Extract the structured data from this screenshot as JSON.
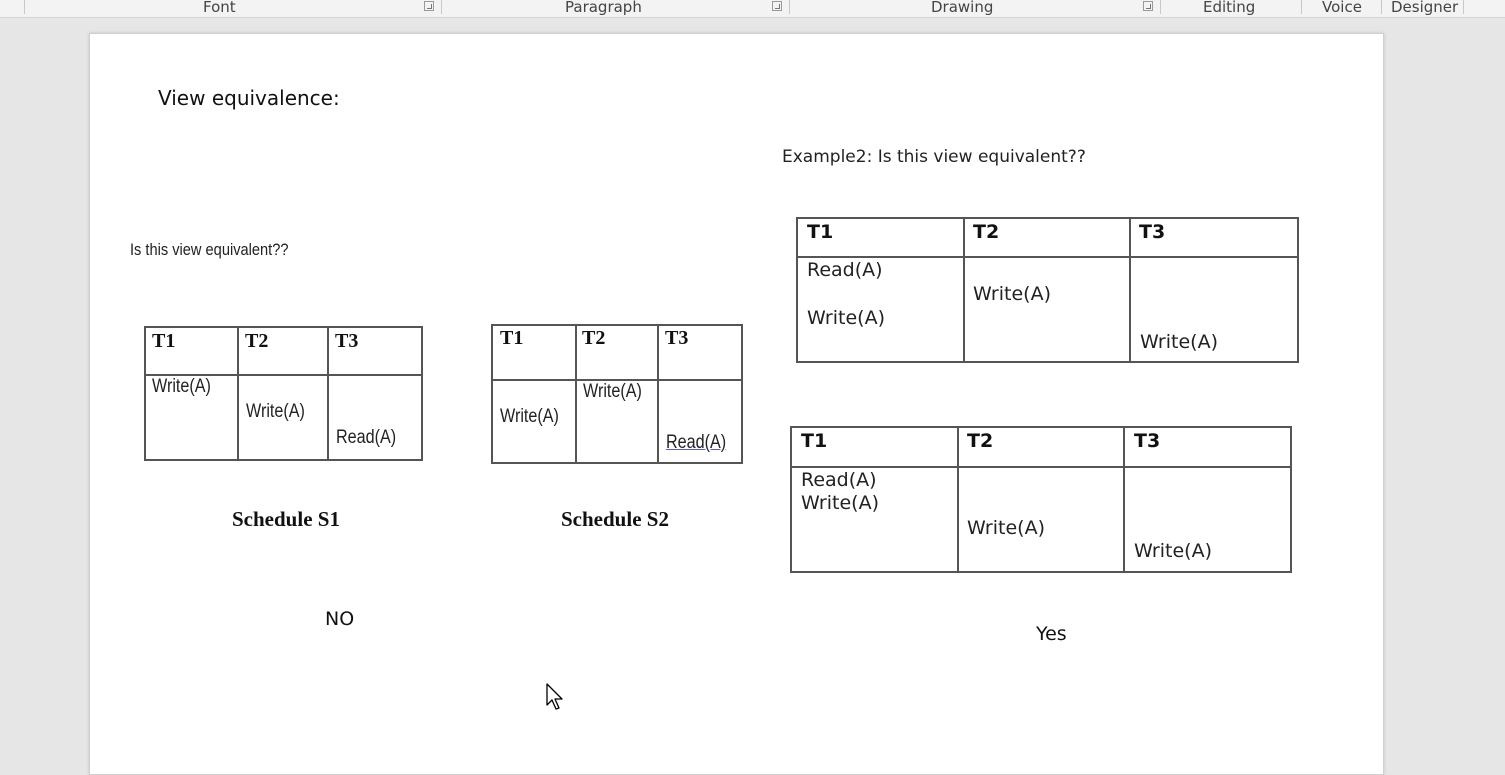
{
  "ribbon": {
    "groups": [
      {
        "label": "Font"
      },
      {
        "label": "Paragraph"
      },
      {
        "label": "Drawing"
      },
      {
        "label": "Editing"
      },
      {
        "label": "Voice"
      },
      {
        "label": "Designer"
      }
    ]
  },
  "document": {
    "heading": "View equivalence:",
    "example1": {
      "question": "Is this view equivalent??",
      "schedule_s1": {
        "caption": "Schedule S1",
        "headers": [
          "T1",
          "T2",
          "T3"
        ],
        "ops": [
          "Write(A)",
          "Write(A)",
          "Read(A)"
        ]
      },
      "schedule_s2": {
        "caption": "Schedule S2",
        "headers": [
          "T1",
          "T2",
          "T3"
        ],
        "ops": [
          "Write(A)",
          "Write(A)",
          "Read(A)"
        ]
      },
      "answer": "NO"
    },
    "example2": {
      "question": "Example2: Is this view equivalent??",
      "table1": {
        "headers": [
          "T1",
          "T2",
          "T3"
        ],
        "t1_ops": [
          "Read(A)",
          "Write(A)"
        ],
        "t2_ops": [
          "Write(A)"
        ],
        "t3_ops": [
          "Write(A)"
        ]
      },
      "table2": {
        "headers": [
          "T1",
          "T2",
          "T3"
        ],
        "t1_ops": [
          "Read(A)",
          "Write(A)"
        ],
        "t2_ops": [
          "Write(A)"
        ],
        "t3_ops": [
          "Write(A)"
        ]
      },
      "answer": "Yes"
    }
  },
  "icons": {
    "pointer": "mouse-pointer-icon",
    "launcher": "dialog-launcher-icon"
  }
}
